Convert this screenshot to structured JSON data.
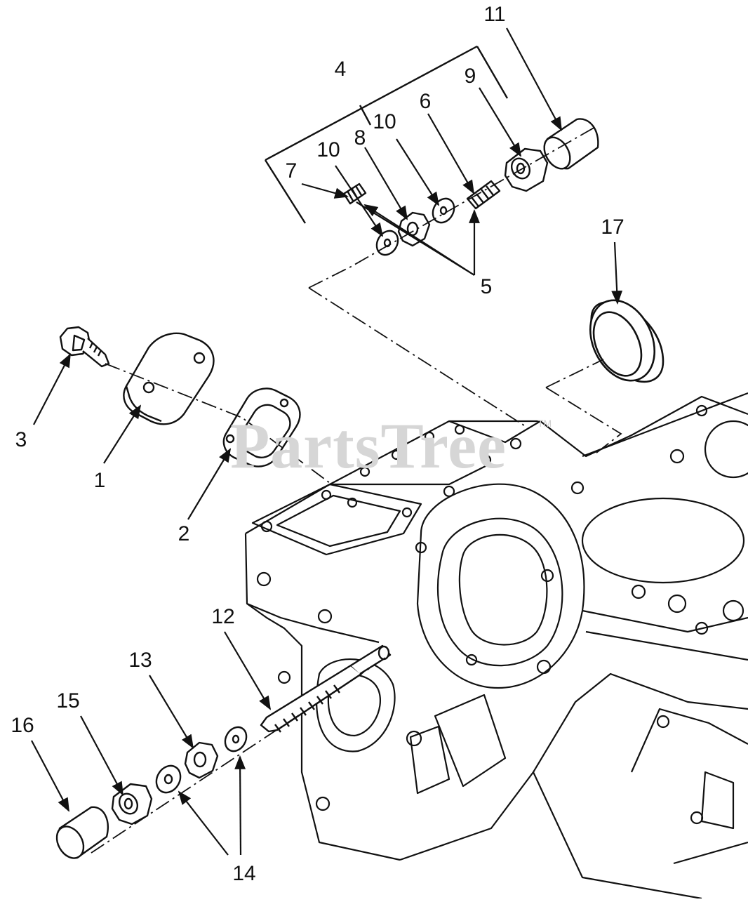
{
  "watermark": {
    "text": "PartsTree",
    "mark": "TM"
  },
  "callouts": [
    {
      "id": "1",
      "label": "1"
    },
    {
      "id": "2",
      "label": "2"
    },
    {
      "id": "3",
      "label": "3"
    },
    {
      "id": "4",
      "label": "4"
    },
    {
      "id": "5",
      "label": "5"
    },
    {
      "id": "6",
      "label": "6"
    },
    {
      "id": "7",
      "label": "7"
    },
    {
      "id": "8",
      "label": "8"
    },
    {
      "id": "9",
      "label": "9"
    },
    {
      "id": "10a",
      "label": "10"
    },
    {
      "id": "10b",
      "label": "10"
    },
    {
      "id": "11",
      "label": "11"
    },
    {
      "id": "12",
      "label": "12"
    },
    {
      "id": "13",
      "label": "13"
    },
    {
      "id": "14",
      "label": "14"
    },
    {
      "id": "15",
      "label": "15"
    },
    {
      "id": "16",
      "label": "16"
    },
    {
      "id": "17",
      "label": "17"
    }
  ],
  "colors": {
    "ink": "#111111",
    "watermark": "#d6d6d6",
    "background": "#ffffff"
  }
}
